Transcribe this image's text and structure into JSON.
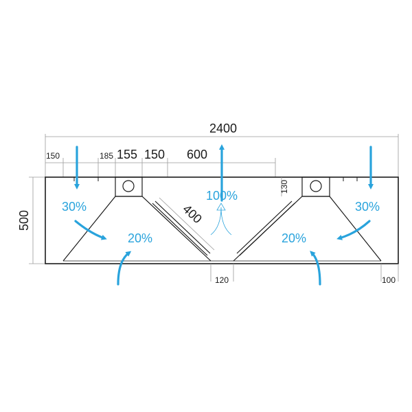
{
  "dimensions": {
    "total_width": "2400",
    "height": "500",
    "left_edge": "150",
    "offset_185": "185",
    "spigot_155": "155",
    "spigot_150": "150",
    "span_600": "600",
    "filter_400": "400",
    "depth_130": "130",
    "gap_120": "120",
    "edge_100": "100"
  },
  "airflow": {
    "exhaust_center": "100%",
    "supply_left": "30%",
    "supply_right": "30%",
    "intake_left": "20%",
    "intake_right": "20%"
  },
  "colors": {
    "airflow_blue": "#29a3dc",
    "outline": "#1a1a1a"
  }
}
